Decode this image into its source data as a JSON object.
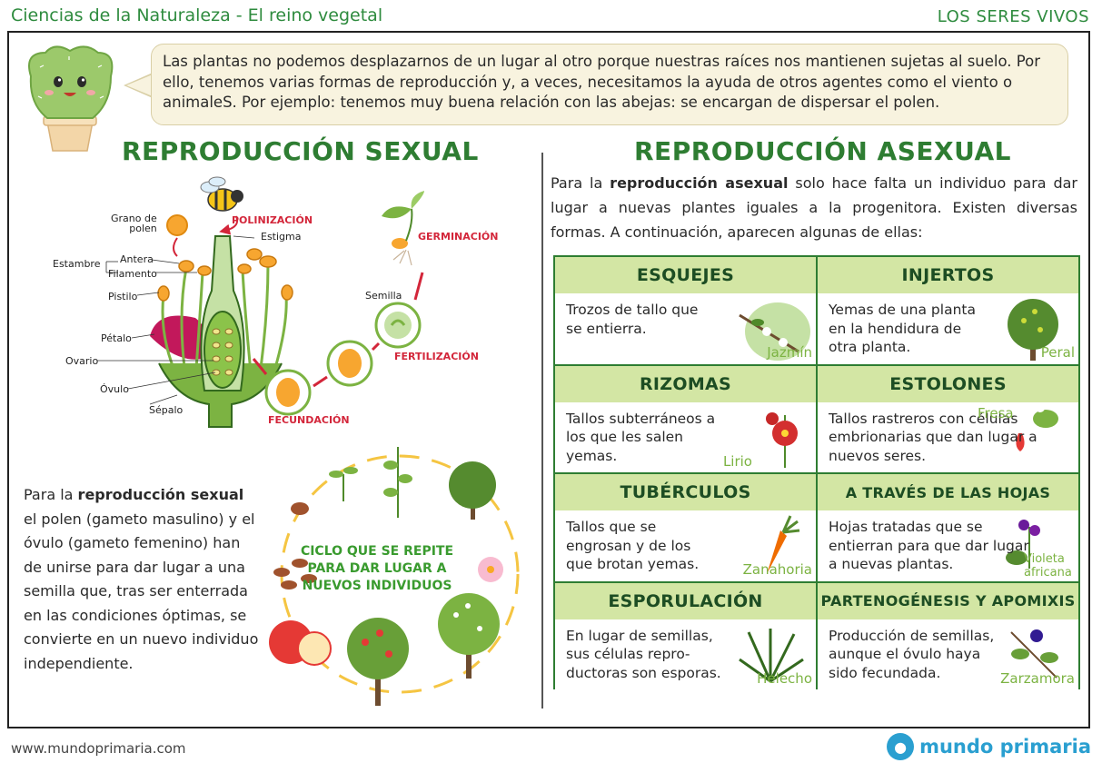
{
  "header": {
    "left": "Ciencias de la Naturaleza - El reino vegetal",
    "right": "LOS SERES VIVOS"
  },
  "intro": "Las plantas no podemos desplazarnos de un lugar al otro porque nuestras raíces nos mantienen sujetas al suelo. Por ello, tenemos varias formas de reproducción y, a veces, necesitamos la ayuda de otros agentes como el viento o animaleS. Por ejemplo: tenemos muy buena relación con las abejas: se encargan de dispersar el polen.",
  "sexual": {
    "title": "REPRODUCCIÓN SEXUAL",
    "labels": {
      "grano_polen_1": "Grano de",
      "grano_polen_2": "polen",
      "estambre": "Estambre",
      "antera": "Antera",
      "filamento": "Filamento",
      "pistilo": "Pistilo",
      "petalo": "Pétalo",
      "ovario": "Ovario",
      "ovulo": "Óvulo",
      "sepalo": "Sépalo",
      "estigma": "Estigma",
      "semilla": "Semilla"
    },
    "stages": {
      "polinizacion": "POLINIZACIÓN",
      "fecundacion": "FECUNDACIÓN",
      "fertilizacion": "FERTILIZACIÓN",
      "germinacion": "GERMINACIÓN"
    },
    "text_pre": "Para la ",
    "text_bold": "reproducción sexual",
    "text_post": " el polen (gameto masulino) y el óvulo (gameto femenino) han de unirse para dar lugar a una semilla que, tras ser enterrada en las condiciones óptimas, se convierte en un nuevo individuo independiente.",
    "cycle_text": "CICLO QUE SE REPITE PARA DAR LUGAR A NUEVOS INDIVIDUOS"
  },
  "asexual": {
    "title": "REPRODUCCIÓN ASEXUAL",
    "intro_pre": "Para la ",
    "intro_bold": "reproducción asexual",
    "intro_post": " solo hace falta un individuo para dar lugar a nuevas plantes iguales a la progenitora. Existen diversas formas. A conti­nuación, aparecen algunas de ellas:",
    "items": [
      {
        "title": "ESQUEJES",
        "desc": "Trozos de tallo que se entierra.",
        "caption": "Jazmín"
      },
      {
        "title": "INJERTOS",
        "desc": "Yemas de una planta en la hendidura de otra planta.",
        "caption": "Peral"
      },
      {
        "title": "RIZOMAS",
        "desc": "Tallos subterráneos a los que les salen yemas.",
        "caption": "Lirio"
      },
      {
        "title": "ESTOLONES",
        "desc": "Tallos rastreros con células embrionarias que dan lugar a nuevos seres.",
        "caption": "Fresa"
      },
      {
        "title": "TUBÉRCULOS",
        "desc": "Tallos que se engrosan y de los que brotan yemas.",
        "caption": "Zanahoria"
      },
      {
        "title": "A TRAVÉS DE LAS HOJAS",
        "desc": "Hojas tratadas que se entierran para que dar lugar a nuevas plantas.",
        "caption": "Violeta africana"
      },
      {
        "title": "ESPORULACIÓN",
        "desc": "En lugar de semillas, sus células repro­ductoras son esporas.",
        "caption": "Helecho"
      },
      {
        "title": "PARTENOGÉNESIS Y APOMIXIS",
        "desc": "Producción de semillas, aunque el óvulo haya sido fecundada.",
        "caption": "Zarzamora"
      }
    ]
  },
  "footer": {
    "url": "www.mundoprimaria.com",
    "brand": "mundo primaria"
  },
  "colors": {
    "green_title": "#2e7d32",
    "header_green": "#2e8b3e",
    "cell_header": "#d3e6a4",
    "caption_green": "#7cb342",
    "stage_red": "#d3263a",
    "bubble_bg": "#f8f3df"
  }
}
